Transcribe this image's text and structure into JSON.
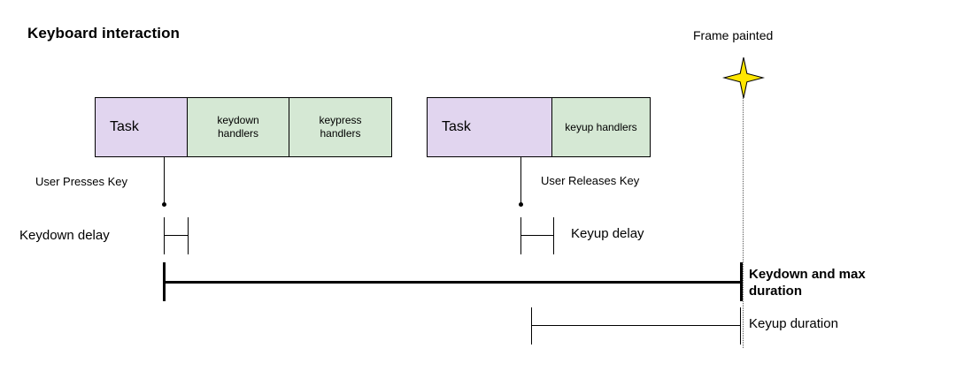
{
  "diagram": {
    "title": "Keyboard interaction",
    "background_color": "#ffffff",
    "task_fill": "#e1d5ef",
    "handler_fill": "#d5e8d4",
    "stroke_color": "#000000",
    "star_fill": "#ffe600",
    "dotted_line_color": "#555555"
  },
  "timeline_groups": [
    {
      "name": "keydown-keypress-group",
      "boxes": [
        {
          "label": "Task",
          "kind": "task"
        },
        {
          "label": "keydown\nhandlers",
          "line1": "keydown",
          "line2": "handlers",
          "kind": "handler"
        },
        {
          "label": "keypress\nhandlers",
          "line1": "keypress",
          "line2": "handlers",
          "kind": "handler"
        }
      ]
    },
    {
      "name": "keyup-group",
      "boxes": [
        {
          "label": "Task",
          "kind": "task"
        },
        {
          "label": "keyup handlers",
          "kind": "handler"
        }
      ]
    }
  ],
  "event_markers": [
    {
      "name": "user-presses-key",
      "label": "User Presses Key"
    },
    {
      "name": "user-releases-key",
      "label": "User Releases Key"
    }
  ],
  "frame": {
    "label": "Frame painted",
    "icon": "star-icon"
  },
  "measures": [
    {
      "name": "keydown-delay",
      "label": "Keydown delay",
      "emphasis": "normal"
    },
    {
      "name": "keyup-delay",
      "label": "Keyup delay",
      "emphasis": "normal"
    },
    {
      "name": "keydown-and-max-duration",
      "label": "Keydown and max duration",
      "emphasis": "bold"
    },
    {
      "name": "keyup-duration",
      "label": "Keyup duration",
      "emphasis": "normal"
    }
  ]
}
